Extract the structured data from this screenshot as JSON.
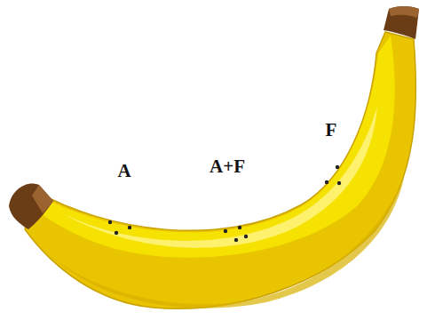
{
  "diagram": {
    "labels": [
      "A",
      "A+F",
      "F"
    ]
  }
}
